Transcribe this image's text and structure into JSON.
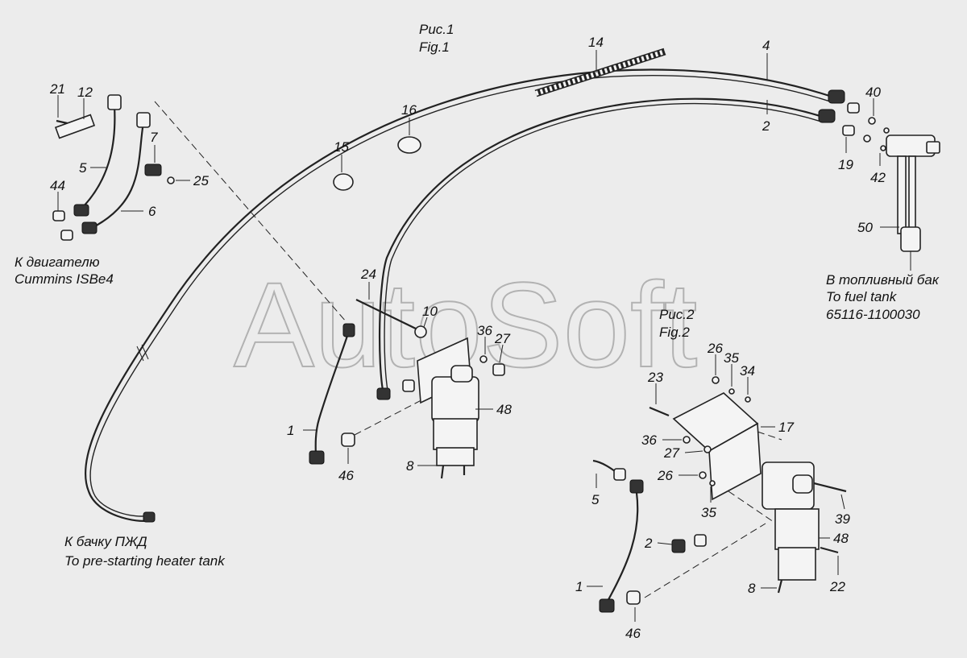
{
  "figure1": {
    "caption_ru": "Рис.1",
    "caption_en": "Fig.1"
  },
  "figure2": {
    "caption_ru": "Рис.2",
    "caption_en": "Fig.2"
  },
  "watermark": "AutoSoft",
  "notes": {
    "engine_ru": "К двигателю",
    "engine_en": "Cummins ISBe4",
    "fueltank_ru": "В топливный бак",
    "fueltank_en": "To fuel tank",
    "fueltank_code": "65116-1100030",
    "heater_ru": "К бачку ПЖД",
    "heater_en": "To pre-starting heater tank"
  },
  "labels": [
    {
      "text": "21"
    },
    {
      "text": "12"
    },
    {
      "text": "5"
    },
    {
      "text": "7"
    },
    {
      "text": "25"
    },
    {
      "text": "44"
    },
    {
      "text": "6"
    },
    {
      "text": "15"
    },
    {
      "text": "16"
    },
    {
      "text": "14"
    },
    {
      "text": "4"
    },
    {
      "text": "2"
    },
    {
      "text": "40"
    },
    {
      "text": "19"
    },
    {
      "text": "42"
    },
    {
      "text": "50"
    },
    {
      "text": "24"
    },
    {
      "text": "10"
    },
    {
      "text": "36"
    },
    {
      "text": "27"
    },
    {
      "text": "48"
    },
    {
      "text": "1"
    },
    {
      "text": "8"
    },
    {
      "text": "46"
    },
    {
      "text": "26"
    },
    {
      "text": "35"
    },
    {
      "text": "34"
    },
    {
      "text": "23"
    },
    {
      "text": "17"
    },
    {
      "text": "36"
    },
    {
      "text": "27"
    },
    {
      "text": "26"
    },
    {
      "text": "35"
    },
    {
      "text": "39"
    },
    {
      "text": "5"
    },
    {
      "text": "2"
    },
    {
      "text": "48"
    },
    {
      "text": "22"
    },
    {
      "text": "1"
    },
    {
      "text": "8"
    },
    {
      "text": "46"
    }
  ]
}
